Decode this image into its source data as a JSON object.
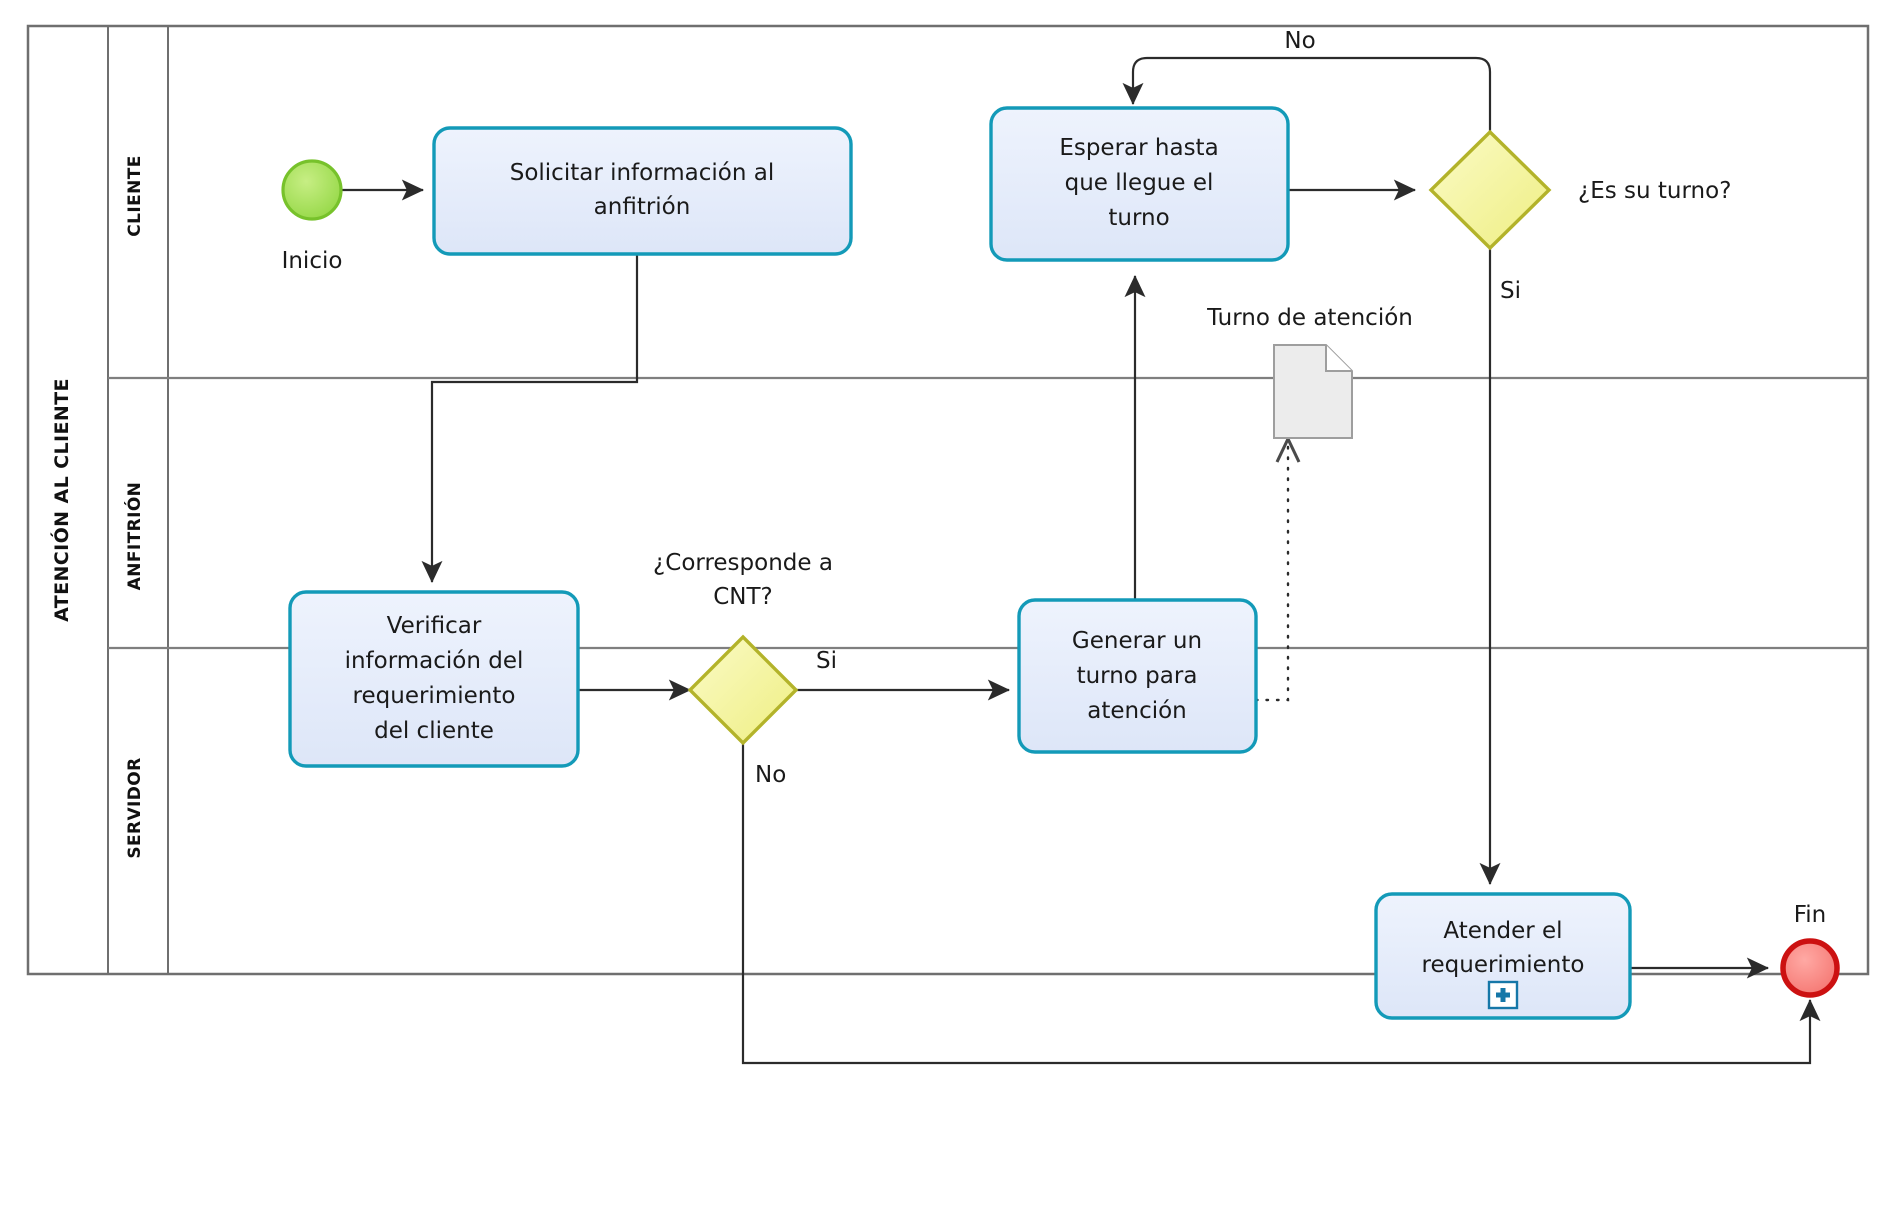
{
  "diagram": {
    "type": "bpmn-process-diagram",
    "pool": {
      "name": "ATENCIÓN AL CLIENTE"
    },
    "lanes": [
      {
        "id": "cliente",
        "name": "CLIENTE"
      },
      {
        "id": "anfitrion",
        "name": "ANFITRIÓN"
      },
      {
        "id": "servidor",
        "name": "SERVIDOR"
      }
    ],
    "events": [
      {
        "id": "inicio",
        "kind": "start",
        "label": "Inicio",
        "lane": "cliente"
      },
      {
        "id": "fin",
        "kind": "end",
        "label": "Fin",
        "lane": "servidor"
      }
    ],
    "tasks": [
      {
        "id": "t1",
        "label": "Solicitar información al anfitrión",
        "lane": "cliente"
      },
      {
        "id": "t2",
        "label": "Esperar hasta que llegue el turno",
        "lane": "cliente"
      },
      {
        "id": "t3",
        "label": "Verificar información del requerimiento del cliente",
        "lane": "anfitrion"
      },
      {
        "id": "t4",
        "label": "Generar un turno para atención",
        "lane": "anfitrion"
      },
      {
        "id": "t5",
        "label": "Atender el requerimiento",
        "lane": "servidor",
        "marker": "sub-process-plus"
      }
    ],
    "gateways": [
      {
        "id": "g1",
        "label": "¿Es su turno?",
        "lane": "cliente"
      },
      {
        "id": "g2",
        "label": "¿Corresponde a CNT?",
        "lane": "anfitrion"
      }
    ],
    "data_objects": [
      {
        "id": "d1",
        "label": "Turno de atención"
      }
    ],
    "flow_labels": {
      "g1_no": "No",
      "g1_si": "Si",
      "g2_si": "Si",
      "g2_no": "No"
    },
    "colors": {
      "task_fill": "#e3ebfa",
      "task_stroke": "#139ab8",
      "gateway_fill": "#f7f7a0",
      "gateway_stroke": "#b3b32a",
      "start_fill": "#a8e060",
      "start_stroke": "#6cb01f",
      "end_fill": "#f98b88",
      "end_stroke": "#cc1111",
      "data_fill": "#ececec",
      "data_stroke": "#a0a0a0",
      "flow_stroke": "#2b2b2b",
      "lane_stroke": "#7f7f7f",
      "marker": "#1577a8"
    }
  }
}
